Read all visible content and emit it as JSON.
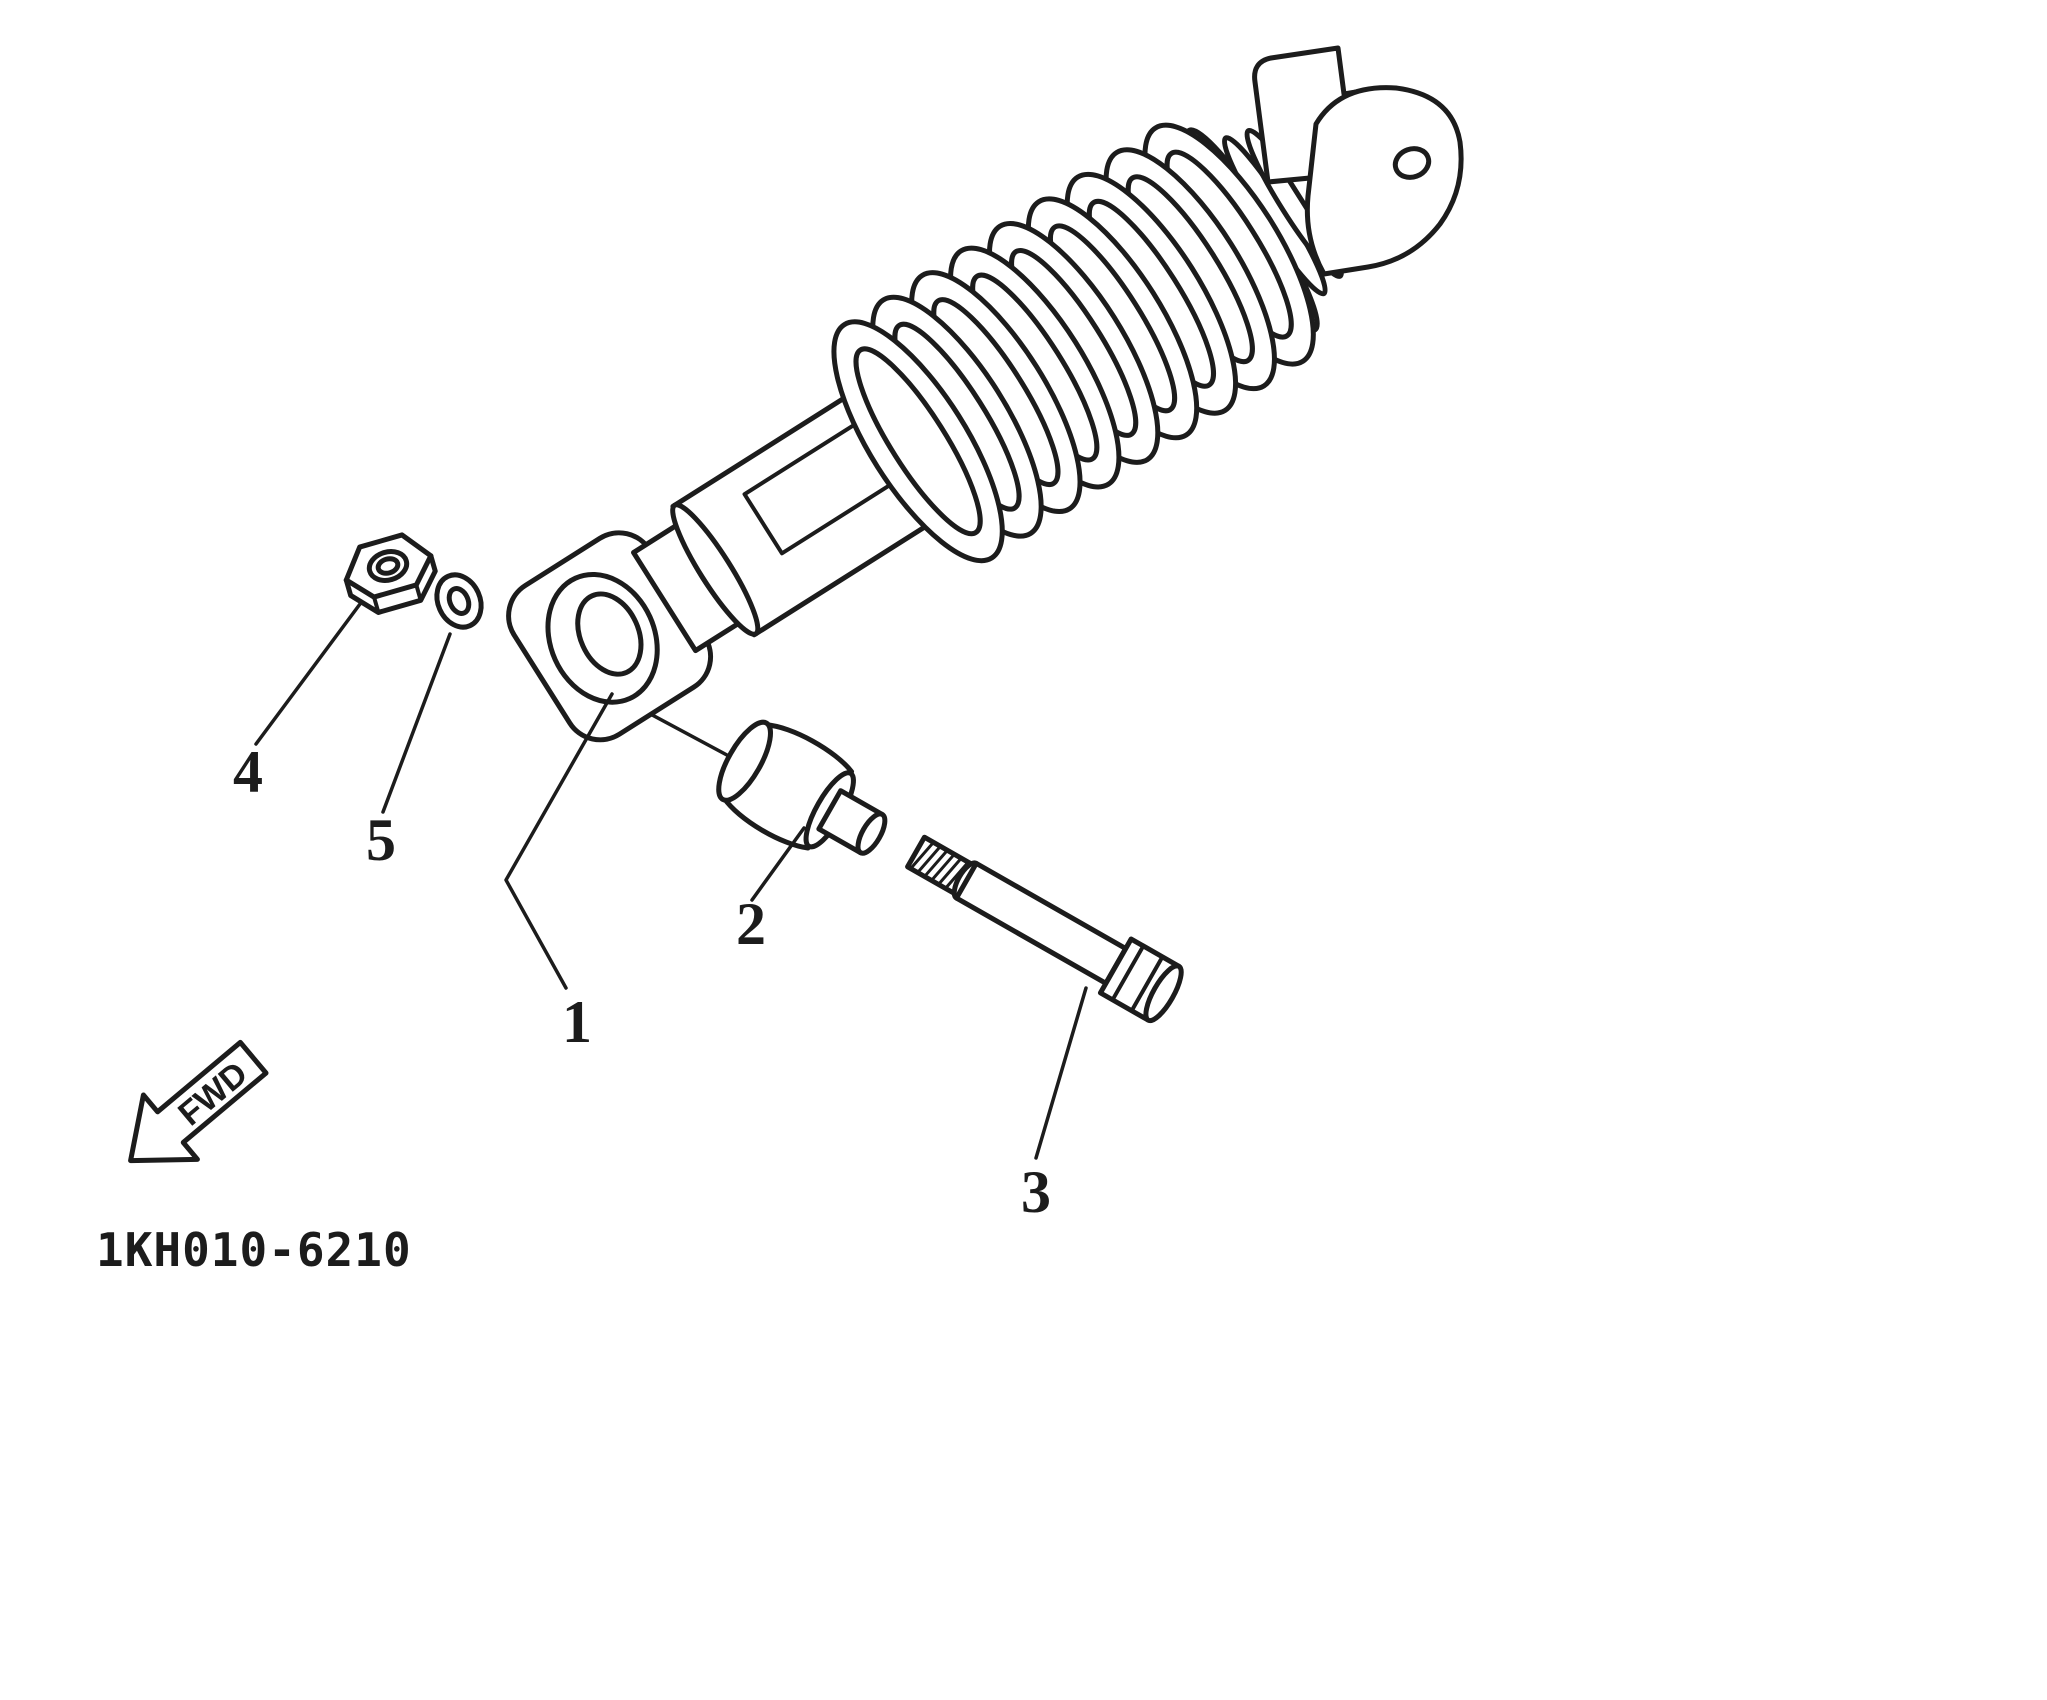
{
  "diagram": {
    "type": "exploded-parts-diagram",
    "code": "1KH010-6210",
    "fwd_label": "FWD",
    "ink_color": "#1c1c1c",
    "paper_color": "#ffffff",
    "components": [
      "shock-absorber-assembly",
      "coil-spring",
      "damper-body",
      "lower-eye",
      "clevis-bracket",
      "bushing-collar",
      "bolt",
      "hex-nut",
      "washer",
      "fwd-arrow"
    ],
    "callouts": [
      {
        "id": "1",
        "part": "shock-absorber-assembly"
      },
      {
        "id": "2",
        "part": "bushing-collar"
      },
      {
        "id": "3",
        "part": "bolt"
      },
      {
        "id": "4",
        "part": "hex-nut"
      },
      {
        "id": "5",
        "part": "washer"
      }
    ]
  }
}
